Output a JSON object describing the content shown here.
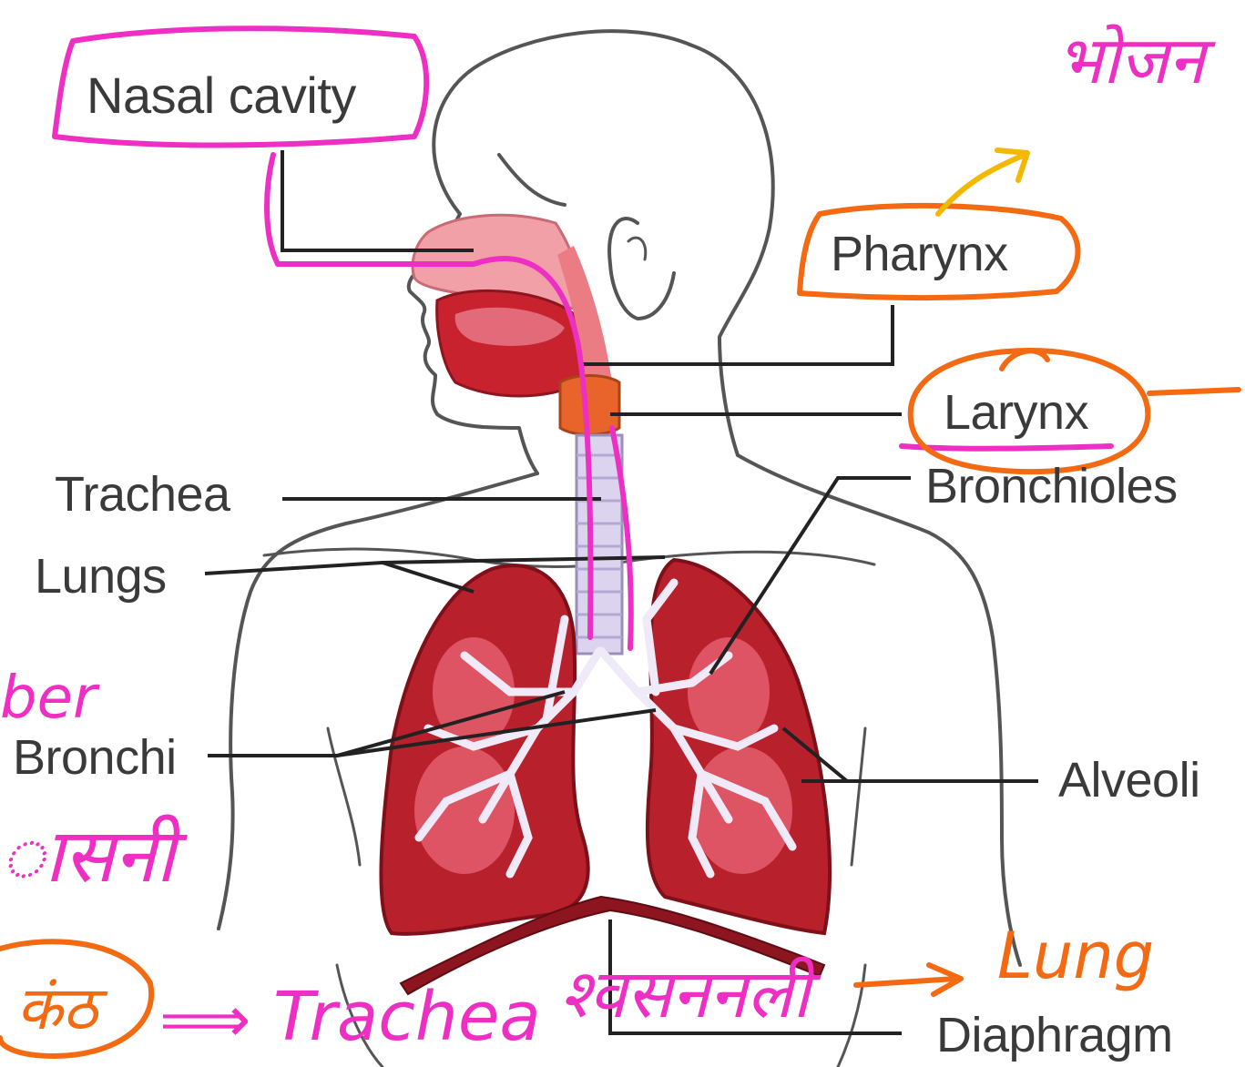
{
  "labels": {
    "nasal_cavity": "Nasal cavity",
    "pharynx": "Pharynx",
    "larynx": "Larynx",
    "bronchioles": "Bronchioles",
    "trachea": "Trachea",
    "lungs": "Lungs",
    "bronchi": "Bronchi",
    "alveoli": "Alveoli",
    "diaphragm": "Diaphragm"
  },
  "annotations": {
    "bhojan": "भोजन",
    "ber": "ber",
    "shvasani": "ासनी",
    "kanth": "कंठ",
    "arrow": "⟹",
    "trachea_hand": "Trachea",
    "shvasnali": "श्वसननली",
    "lung_hand": "Lung"
  },
  "colors": {
    "annotation_pink": "#ee2fc4",
    "annotation_orange": "#f36a12",
    "annotation_yellow": "#f5b800",
    "lung_red": "#b8202c",
    "mouth_red": "#c8222e",
    "nasal_pink": "#f2a0a8",
    "larynx_orange": "#e8642a",
    "trachea_lavender": "#dcd4ef"
  }
}
